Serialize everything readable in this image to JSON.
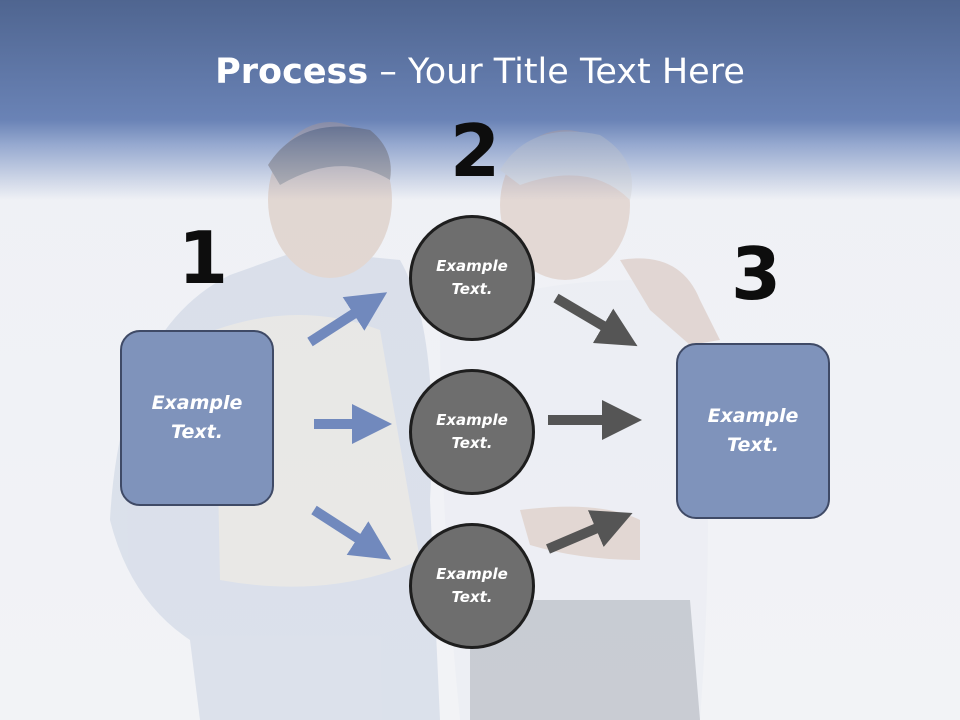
{
  "title": {
    "bold": "Process",
    "rest": " – Your Title Text Here"
  },
  "steps": [
    {
      "number": "1",
      "box_text": "Example\nText."
    },
    {
      "number": "2"
    },
    {
      "number": "3",
      "box_text": "Example\nText."
    }
  ],
  "circles": [
    {
      "text": "Example\nText."
    },
    {
      "text": "Example\nText."
    },
    {
      "text": "Example\nText."
    }
  ],
  "colors": {
    "header": "#5d76a6",
    "box_fill": "#7f93bb",
    "box_border": "#3f4a66",
    "circle_fill": "#6e6e6e",
    "circle_border": "#1e1e1e",
    "arrow_blue": "#7189bd",
    "arrow_gray": "#555555"
  }
}
